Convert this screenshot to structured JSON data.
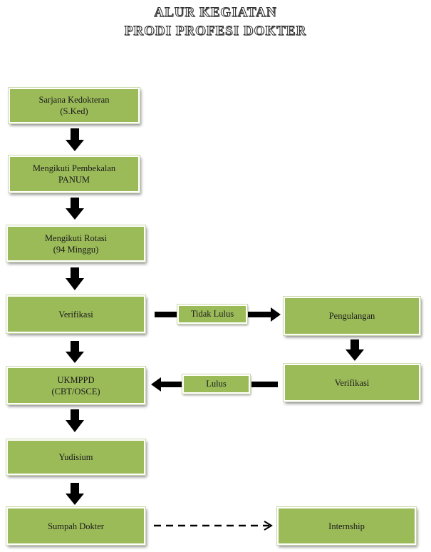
{
  "title": {
    "line1": "ALUR KEGIATAN",
    "line2": "PRODI PROFESI DOKTER"
  },
  "boxes": {
    "sarjana": {
      "line1": "Sarjana Kedokteran",
      "line2": "(S.Ked)"
    },
    "pembekalan": {
      "line1": "Mengikuti Pembekalan",
      "line2": "PANUM"
    },
    "rotasi": {
      "line1": "Mengikuti Rotasi",
      "line2": "(94 Minggu)"
    },
    "verifikasi": {
      "line1": "Verifikasi"
    },
    "pengulangan": {
      "line1": "Pengulangan"
    },
    "verifikasi2": {
      "line1": "Verifikasi"
    },
    "ukmppd": {
      "line1": "UKMPPD",
      "line2": "(CBT/OSCE)"
    },
    "yudisium": {
      "line1": "Yudisium"
    },
    "sumpah": {
      "line1": "Sumpah Dokter"
    },
    "internship": {
      "line1": "Internship"
    }
  },
  "edge_labels": {
    "tidak_lulus": "Tidak Lulus",
    "lulus": "Lulus"
  },
  "colors": {
    "box_fill": "#9bbb59",
    "arrow": "#000000"
  }
}
